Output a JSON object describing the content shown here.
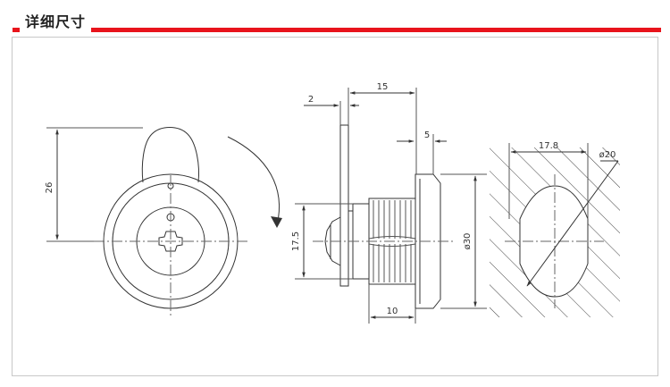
{
  "header": {
    "title": "详细尺寸",
    "accent_color": "#e8141c"
  },
  "front_view": {
    "dims": {
      "height": "26"
    }
  },
  "side_view": {
    "dims": {
      "plate_thickness": "2",
      "overall_length": "15",
      "flange": "5",
      "body_height": "17.5",
      "diameter": "ø30",
      "thread_length": "10"
    }
  },
  "cutout_view": {
    "dims": {
      "width": "17.8",
      "diameter": "ø20"
    }
  }
}
